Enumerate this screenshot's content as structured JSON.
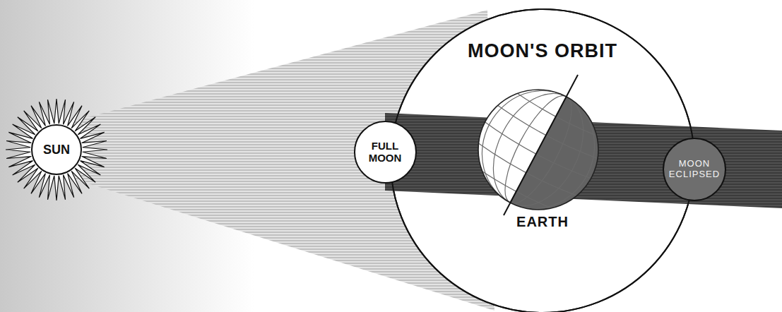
{
  "diagram": {
    "nodes": [
      {
        "text": [
          "SUN"
        ]
      },
      {
        "text": [
          "MOON'S ORBIT"
        ]
      },
      {
        "text": [
          "FULL MOON"
        ],
        "in": 1
      },
      {
        "text": [
          "EARTH"
        ],
        "in": 1
      },
      {
        "text": [
          "MOON ECLIPSED"
        ],
        "in": 1
      }
    ]
  }
}
